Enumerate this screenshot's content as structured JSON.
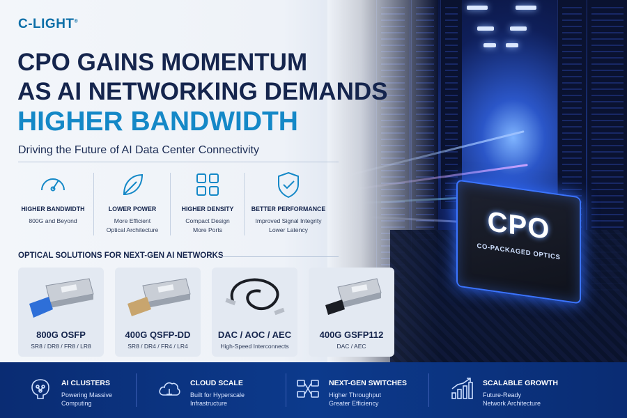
{
  "brand": {
    "logo_text": "C-LIGHT",
    "registered_mark": "®"
  },
  "headline": {
    "line1": "CPO GAINS MOMENTUM",
    "line2": "AS AI NETWORKING DEMANDS",
    "line3": "HIGHER BANDWIDTH"
  },
  "subtitle": "Driving the Future of AI Data Center Connectivity",
  "features": [
    {
      "icon": "speedometer-icon",
      "title": "HIGHER BANDWIDTH",
      "line1": "800G and Beyond",
      "line2": ""
    },
    {
      "icon": "leaf-icon",
      "title": "LOWER POWER",
      "line1": "More Efficient",
      "line2": "Optical Architecture"
    },
    {
      "icon": "grid-icon",
      "title": "HIGHER DENSITY",
      "line1": "Compact Design",
      "line2": "More Ports"
    },
    {
      "icon": "shield-check-icon",
      "title": "BETTER PERFORMANCE",
      "line1": "Improved Signal Integrity",
      "line2": "Lower Latency"
    }
  ],
  "solutions_heading": "OPTICAL SOLUTIONS FOR NEXT-GEN AI NETWORKS",
  "products": [
    {
      "name": "800G OSFP",
      "spec": "SR8 / DR8 / FR8 / LR8"
    },
    {
      "name": "400G QSFP-DD",
      "spec": "SR8 / DR4 / FR4 / LR4"
    },
    {
      "name": "DAC / AOC / AEC",
      "spec": "High-Speed Interconnects"
    },
    {
      "name": "400G GSFP112",
      "spec": "DAC / AEC"
    }
  ],
  "chip": {
    "title": "CPO",
    "subtitle": "CO-PACKAGED OPTICS"
  },
  "bottom": [
    {
      "icon": "brain-icon",
      "title": "AI CLUSTERS",
      "line1": "Powering Massive",
      "line2": "Computing"
    },
    {
      "icon": "cloud-icon",
      "title": "CLOUD SCALE",
      "line1": "Built for Hyperscale",
      "line2": "Infrastructure"
    },
    {
      "icon": "network-switch-icon",
      "title": "NEXT-GEN SWITCHES",
      "line1": "Higher Throughput",
      "line2": "Greater Efficiency"
    },
    {
      "icon": "growth-chart-icon",
      "title": "SCALABLE GROWTH",
      "line1": "Future-Ready",
      "line2": "Network Architecture"
    }
  ],
  "colors": {
    "navy": "#15254d",
    "accent_blue": "#1488c7",
    "band_blue": "#0c3a8c",
    "glow_blue": "#3b74ff"
  }
}
